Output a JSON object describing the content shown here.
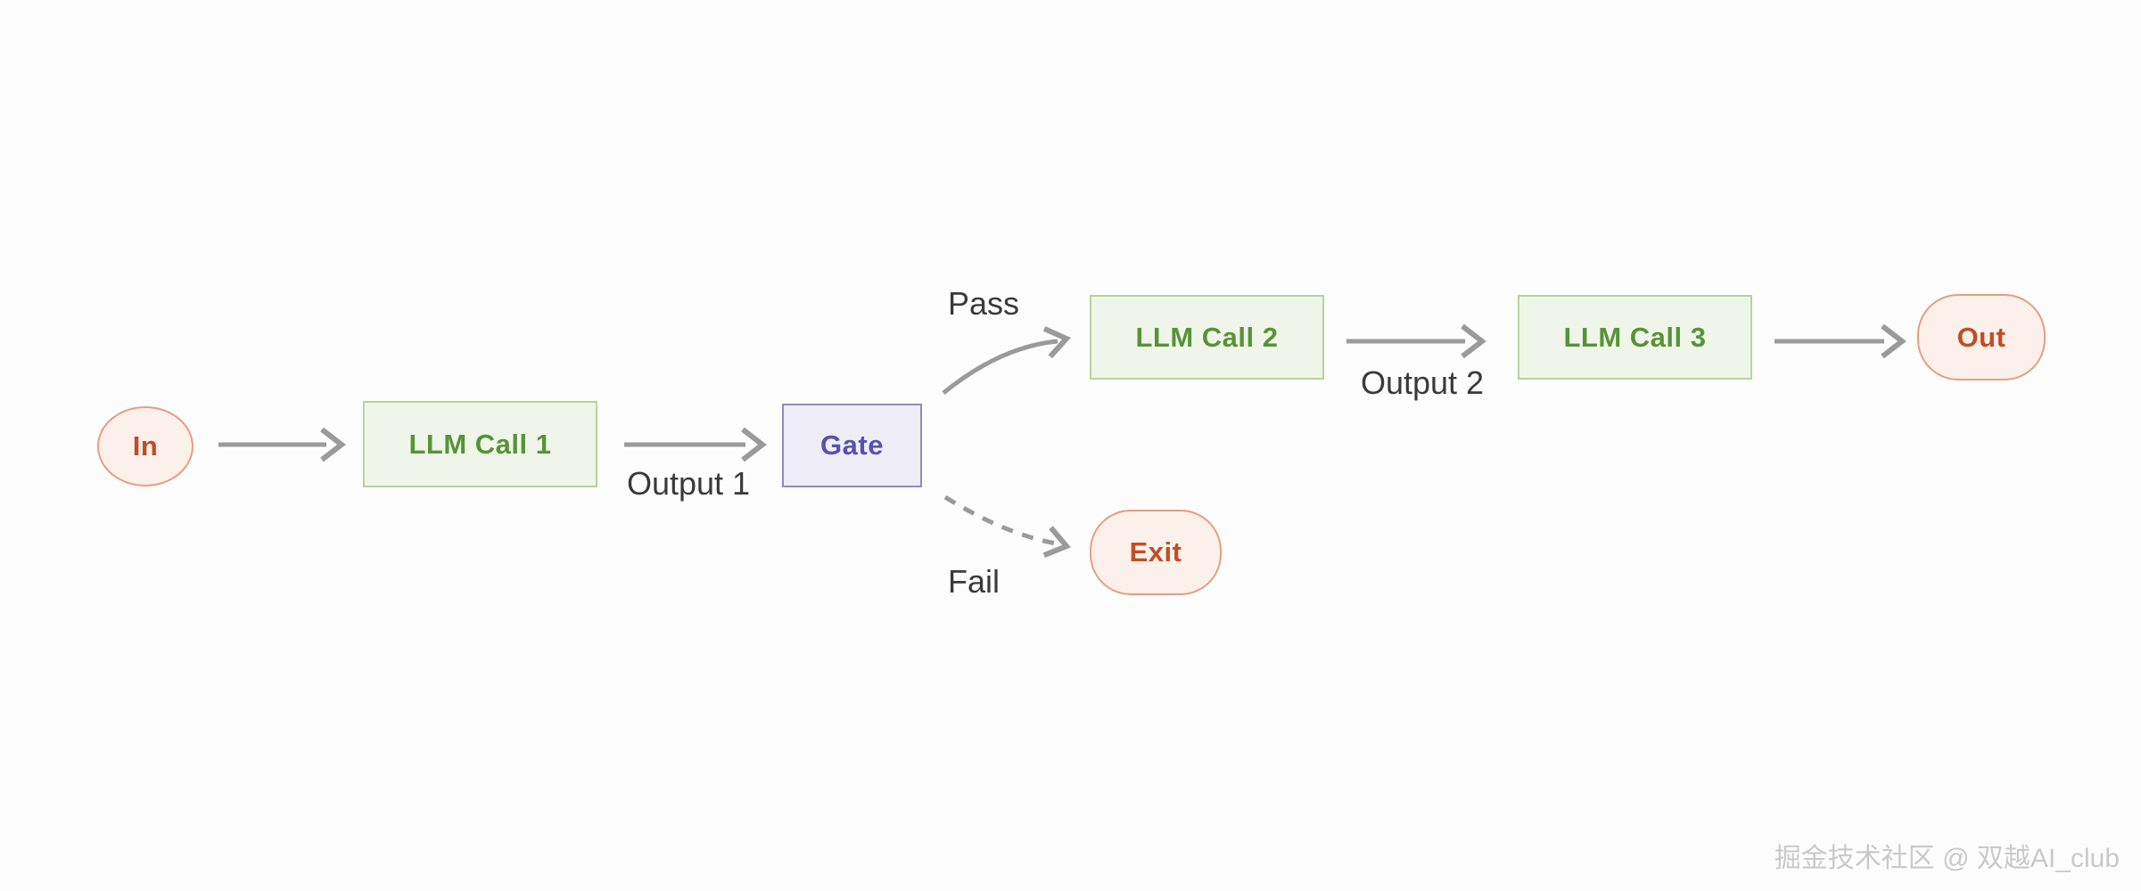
{
  "diagram": {
    "type": "flowchart",
    "direction": "left-to-right",
    "nodes": [
      {
        "id": "in",
        "label": "In",
        "shape": "stadium",
        "palette": "peach"
      },
      {
        "id": "llm-call-1",
        "label": "LLM Call 1",
        "shape": "rect",
        "palette": "green"
      },
      {
        "id": "gate",
        "label": "Gate",
        "shape": "rect",
        "palette": "purple"
      },
      {
        "id": "llm-call-2",
        "label": "LLM Call 2",
        "shape": "rect",
        "palette": "green"
      },
      {
        "id": "llm-call-3",
        "label": "LLM Call 3",
        "shape": "rect",
        "palette": "green"
      },
      {
        "id": "exit",
        "label": "Exit",
        "shape": "stadium",
        "palette": "peach"
      },
      {
        "id": "out",
        "label": "Out",
        "shape": "stadium",
        "palette": "peach"
      }
    ],
    "edges": [
      {
        "from": "in",
        "to": "llm-call-1",
        "style": "solid",
        "label": ""
      },
      {
        "from": "llm-call-1",
        "to": "gate",
        "style": "solid",
        "label": "Output 1"
      },
      {
        "from": "gate",
        "to": "llm-call-2",
        "style": "solid",
        "label": "Pass"
      },
      {
        "from": "gate",
        "to": "exit",
        "style": "dashed",
        "label": "Fail"
      },
      {
        "from": "llm-call-2",
        "to": "llm-call-3",
        "style": "solid",
        "label": "Output 2"
      },
      {
        "from": "llm-call-3",
        "to": "out",
        "style": "solid",
        "label": ""
      }
    ]
  },
  "watermark": "掘金技术社区 @ 双越AI_club",
  "colors": {
    "canvas-bg": "#fdfdfd",
    "green-bg": "#eff6e9",
    "green-border": "#b5d49c",
    "green-text": "#579338",
    "purple-bg": "#efeef8",
    "purple-border": "#8f8ac2",
    "purple-text": "#5951af",
    "peach-bg": "#fcf0ea",
    "peach-border": "#e59e82",
    "peach-text": "#bf4e27",
    "arrow": "#9a9a9a",
    "label-text": "#3a3a3a",
    "watermark-text": "#c9c9c9"
  }
}
